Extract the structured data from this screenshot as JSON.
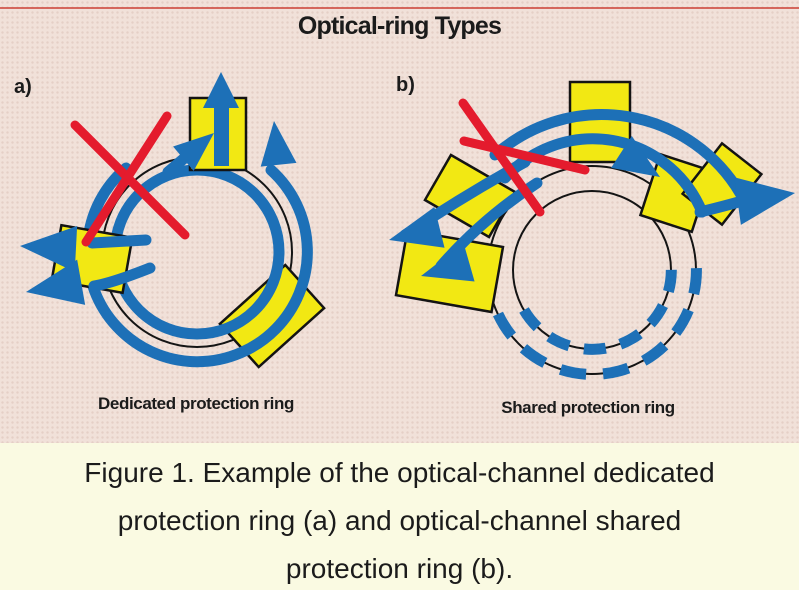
{
  "title": "Optical-ring Types",
  "panels": {
    "a": {
      "label": "a)",
      "caption": "Dedicated protection ring"
    },
    "b": {
      "label": "b)",
      "caption": "Shared protection ring"
    }
  },
  "figure_caption": {
    "lines": [
      "Figure 1. Example of the optical-channel dedicated",
      "protection ring (a) and optical-channel shared",
      "protection ring (b)."
    ]
  },
  "colors": {
    "background": "#f1e1d9",
    "background_dot": "#e5cfc6",
    "caption_background": "#fafae2",
    "ring_blue": "#1d70b7",
    "node_yellow": "#f2e813",
    "failure_red": "#e41b2d",
    "outline_black": "#141414",
    "text_black": "#1b1b1b",
    "top_rule": "#d05247"
  }
}
